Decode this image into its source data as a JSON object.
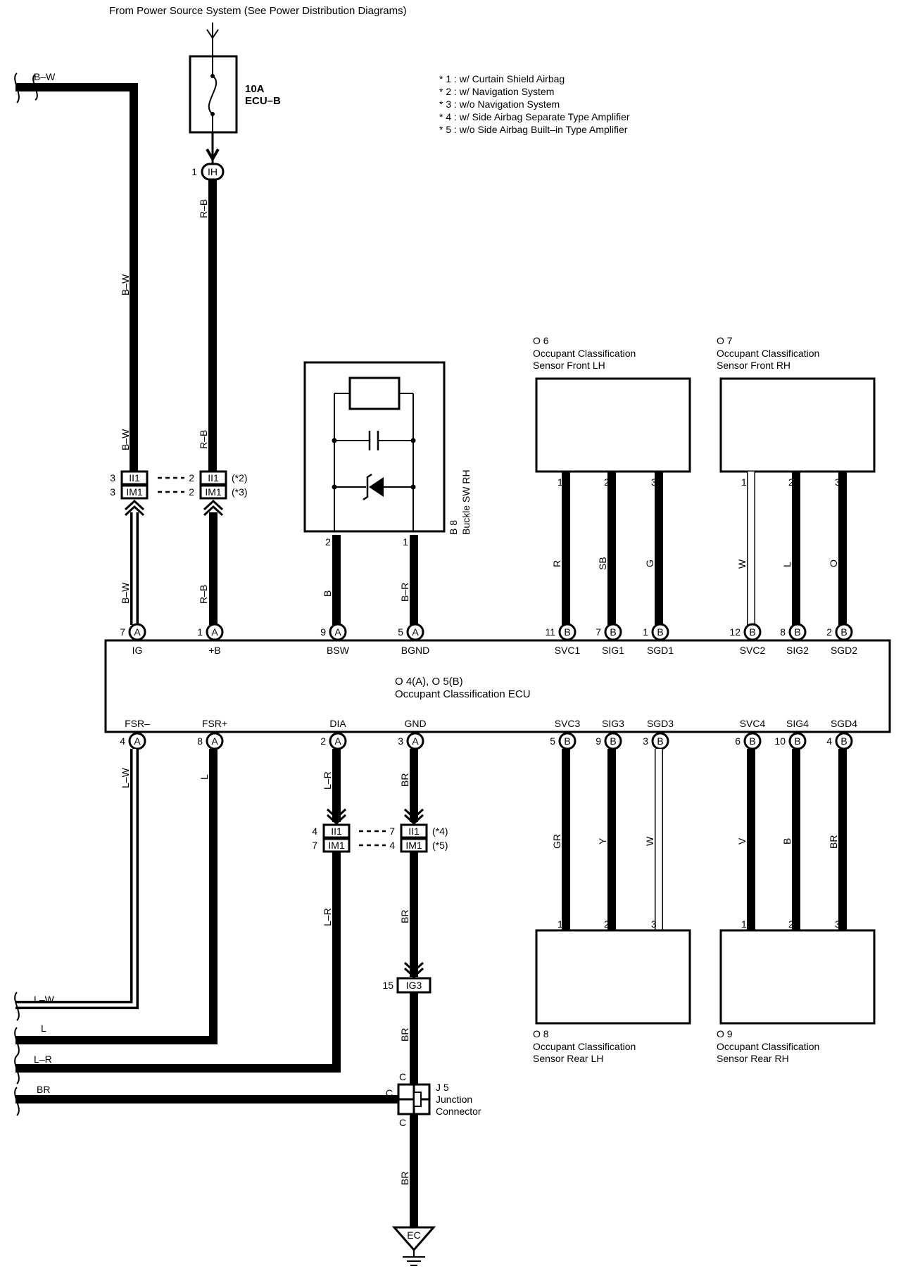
{
  "power_source": "From Power Source System (See Power Distribution Diagrams)",
  "fuse": {
    "rating": "10A",
    "name": "ECU–B"
  },
  "notes": [
    "* 1 : w/ Curtain Shield Airbag",
    "* 2 : w/ Navigation System",
    "* 3 : w/o Navigation System",
    "* 4 : w/ Side Airbag Separate Type Amplifier",
    "* 5 : w/o Side Airbag Built–in Type Amplifier"
  ],
  "ecu": {
    "title": "O 4(A), O 5(B)",
    "name": "Occupant Classification ECU"
  },
  "buckle_switch": {
    "code": "B 8",
    "name": "Buckle SW RH"
  },
  "sensors": {
    "o6": {
      "code": "O 6",
      "line1": "Occupant Classification",
      "line2": "Sensor Front LH"
    },
    "o7": {
      "code": "O 7",
      "line1": "Occupant Classification",
      "line2": "Sensor Front RH"
    },
    "o8": {
      "code": "O 8",
      "line1": "Occupant Classification",
      "line2": "Sensor Rear LH"
    },
    "o9": {
      "code": "O 9",
      "line1": "Occupant Classification",
      "line2": "Sensor Rear RH"
    }
  },
  "junction": {
    "code": "J 5",
    "line1": "Junction",
    "line2": "Connector",
    "pin": "C"
  },
  "ground": "EC",
  "connector_ih": {
    "id": "IH",
    "pin": "1"
  },
  "connector_ig3": {
    "id": "IG3",
    "pin": "15"
  },
  "ecu_top_terminals": [
    {
      "name": "IG",
      "pin": "7",
      "conn": "A"
    },
    {
      "name": "+B",
      "pin": "1",
      "conn": "A"
    },
    {
      "name": "BSW",
      "pin": "9",
      "conn": "A"
    },
    {
      "name": "BGND",
      "pin": "5",
      "conn": "A"
    },
    {
      "name": "SVC1",
      "pin": "11",
      "conn": "B"
    },
    {
      "name": "SIG1",
      "pin": "7",
      "conn": "B"
    },
    {
      "name": "SGD1",
      "pin": "1",
      "conn": "B"
    },
    {
      "name": "SVC2",
      "pin": "12",
      "conn": "B"
    },
    {
      "name": "SIG2",
      "pin": "8",
      "conn": "B"
    },
    {
      "name": "SGD2",
      "pin": "2",
      "conn": "B"
    }
  ],
  "ecu_bottom_terminals": [
    {
      "name": "FSR–",
      "pin": "4",
      "conn": "A"
    },
    {
      "name": "FSR+",
      "pin": "8",
      "conn": "A"
    },
    {
      "name": "DIA",
      "pin": "2",
      "conn": "A"
    },
    {
      "name": "GND",
      "pin": "3",
      "conn": "A"
    },
    {
      "name": "SVC3",
      "pin": "5",
      "conn": "B"
    },
    {
      "name": "SIG3",
      "pin": "9",
      "conn": "B"
    },
    {
      "name": "SGD3",
      "pin": "3",
      "conn": "B"
    },
    {
      "name": "SVC4",
      "pin": "6",
      "conn": "B"
    },
    {
      "name": "SIG4",
      "pin": "10",
      "conn": "B"
    },
    {
      "name": "SGD4",
      "pin": "4",
      "conn": "B"
    }
  ],
  "inline_connectors_upper": {
    "left": {
      "top_id": "II1",
      "bottom_id": "IM1",
      "top_pin": "3",
      "bottom_pin": "3"
    },
    "right": {
      "top_id": "II1",
      "bottom_id": "IM1",
      "top_pin": "2",
      "bottom_pin": "2",
      "top_note": "(*2)",
      "bottom_note": "(*3)"
    }
  },
  "inline_connectors_lower": {
    "left": {
      "top_id": "II1",
      "bottom_id": "IM1",
      "top_pin": "4",
      "bottom_pin": "7"
    },
    "right": {
      "top_id": "II1",
      "bottom_id": "IM1",
      "top_pin": "7",
      "bottom_pin": "4",
      "top_note": "(*4)",
      "bottom_note": "(*5)"
    }
  },
  "sensor_pins": [
    "1",
    "2",
    "3"
  ],
  "buckle_pins": [
    "2",
    "1"
  ],
  "wire_colors": {
    "ig_top": "B–W",
    "ig_mid": "B–W",
    "ig_bottom": "B–W",
    "b_top": "R–B",
    "b_mid": "R–B",
    "b_bottom": "R–B",
    "bsw": "B",
    "bgnd": "B–R",
    "svc1": "R",
    "sig1": "SB",
    "sgd1": "G",
    "svc2": "W",
    "sig2": "L",
    "sgd2": "O",
    "fsr_minus": "L–W",
    "fsr_plus": "L",
    "dia_top": "L–R",
    "dia_bottom": "L–R",
    "gnd_1": "BR",
    "gnd_2": "BR",
    "gnd_3": "BR",
    "gnd_4": "BR",
    "svc3": "GR",
    "sig3": "Y",
    "sgd3": "W",
    "svc4": "V",
    "sig4": "B",
    "sgd4": "BR",
    "left_bw": "B–W",
    "left_lw": "L–W",
    "left_l": "L",
    "left_lr": "L–R",
    "left_br": "BR"
  }
}
